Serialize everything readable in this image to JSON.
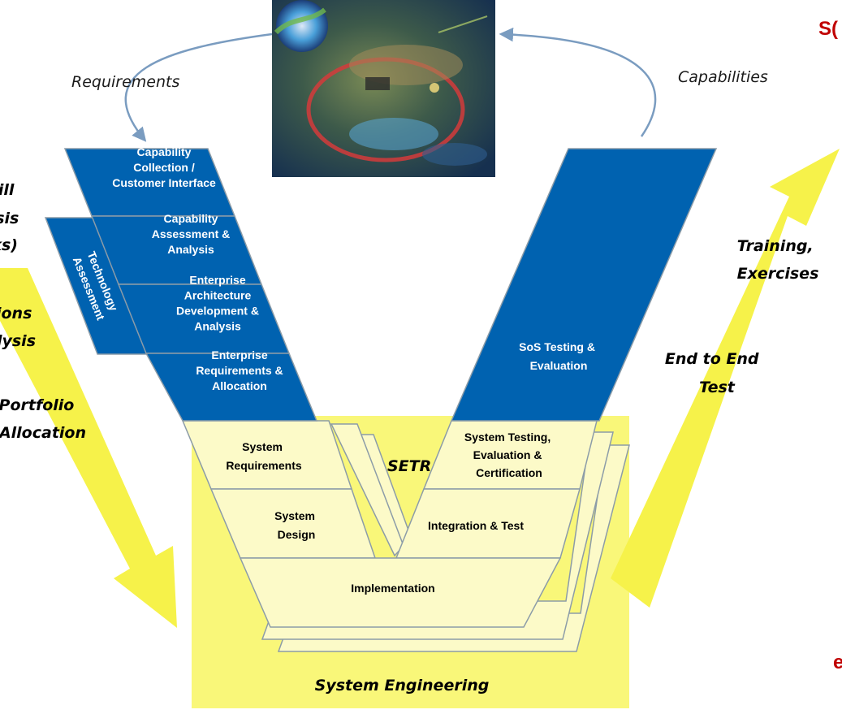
{
  "labels": {
    "requirements": "Requirements",
    "capabilities": "Capabilities",
    "training": [
      "Training,",
      "Exercises"
    ],
    "end_to_end": [
      "End to End",
      "Test"
    ],
    "portfolio": [
      "Portfolio",
      "Allocation"
    ],
    "left_cut_1": [
      "ill",
      "ysis",
      "ks)"
    ],
    "left_cut_2": [
      "tions",
      "lysis"
    ],
    "red_top": "S(",
    "red_bottom": "e",
    "setr": "SETR",
    "system_engineering": "System Engineering"
  },
  "left_blue_blocks": [
    {
      "lines": [
        "Capability",
        "Collection /",
        "Customer Interface"
      ]
    },
    {
      "lines": [
        "Capability",
        "Assessment &",
        "Analysis"
      ]
    },
    {
      "lines": [
        "Enterprise",
        "Architecture",
        "Development &",
        "Analysis"
      ]
    },
    {
      "lines": [
        "Enterprise",
        "Requirements &",
        "Allocation"
      ]
    }
  ],
  "technology_block": {
    "lines": [
      "Technology",
      "Assessment"
    ]
  },
  "right_blue_block": {
    "lines": [
      "SoS Testing &",
      "Evaluation"
    ]
  },
  "left_yellow_blocks": [
    {
      "lines": [
        "System",
        "Requirements"
      ]
    },
    {
      "lines": [
        "System",
        "Design"
      ]
    }
  ],
  "right_yellow_blocks": [
    {
      "lines": [
        "System Testing,",
        "Evaluation &",
        "Certification"
      ]
    },
    {
      "lines": [
        "Integration & Test"
      ]
    }
  ],
  "bottom_block": {
    "lines": [
      "Implementation"
    ]
  },
  "colors": {
    "blue": "#0062b0",
    "yellow_bg": "#f9f779",
    "light_yellow": "#fcfac8",
    "arrow_yellow": "#f6f24a",
    "border": "#8c9ca8"
  }
}
